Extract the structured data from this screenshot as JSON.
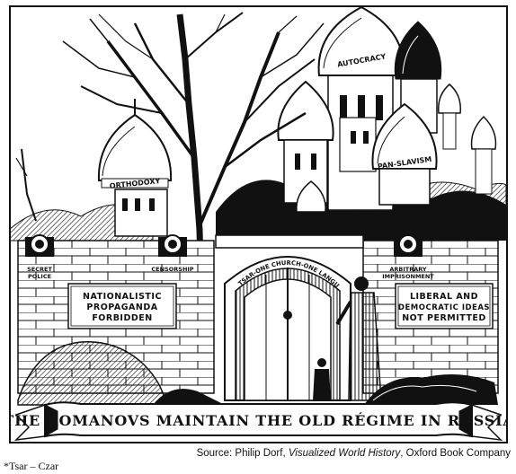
{
  "cartoon": {
    "labels": {
      "autocracy": "AUTOCRACY",
      "orthodoxy": "ORTHODOXY",
      "pan_slavism": "PAN-SLAVISM",
      "secret_police_1": "SECRET",
      "secret_police_2": "POLICE",
      "censorship": "CENSORSHIP",
      "arbitrary_1": "ARBITRARY",
      "arbitrary_2": "IMPRISONMENT",
      "gate_arch": "ONE TSAR-ONE CHURCH-ONE LANGUAGE"
    },
    "signs": {
      "left": [
        "NATIONALISTIC",
        "PROPAGANDA",
        "FORBIDDEN"
      ],
      "right": [
        "LIBERAL AND",
        "DEMOCRATIC IDEAS",
        "NOT PERMITTED"
      ]
    },
    "banner": "THE ROMANOVS MAINTAIN THE OLD RÉGIME IN RUSSIA"
  },
  "source": {
    "prefix": "Source: Philip Dorf, ",
    "title": "Visualized World History",
    "suffix": ", Oxford Book Company"
  },
  "footnote": "*Tsar – Czar",
  "colors": {
    "ink": "#111111",
    "paper": "#ffffff"
  }
}
